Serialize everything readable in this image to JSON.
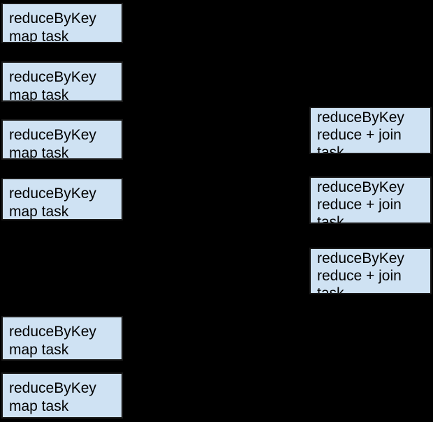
{
  "diagram": {
    "colors": {
      "background": "#000000",
      "box_fill": "#cfe2f3",
      "box_border": "#1a1a1a",
      "text": "#000000"
    },
    "map_tasks": [
      {
        "label": "reduceByKey\nmap task"
      },
      {
        "label": "reduceByKey\nmap task"
      },
      {
        "label": "reduceByKey\nmap task"
      },
      {
        "label": "reduceByKey\nmap task"
      },
      {
        "label": "reduceByKey\nmap task"
      },
      {
        "label": "reduceByKey\nmap task"
      }
    ],
    "reduce_tasks": [
      {
        "label": "reduceByKey\nreduce + join\ntask"
      },
      {
        "label": "reduceByKey\nreduce + join\ntask"
      },
      {
        "label": "reduceByKey\nreduce + join\ntask"
      }
    ]
  }
}
